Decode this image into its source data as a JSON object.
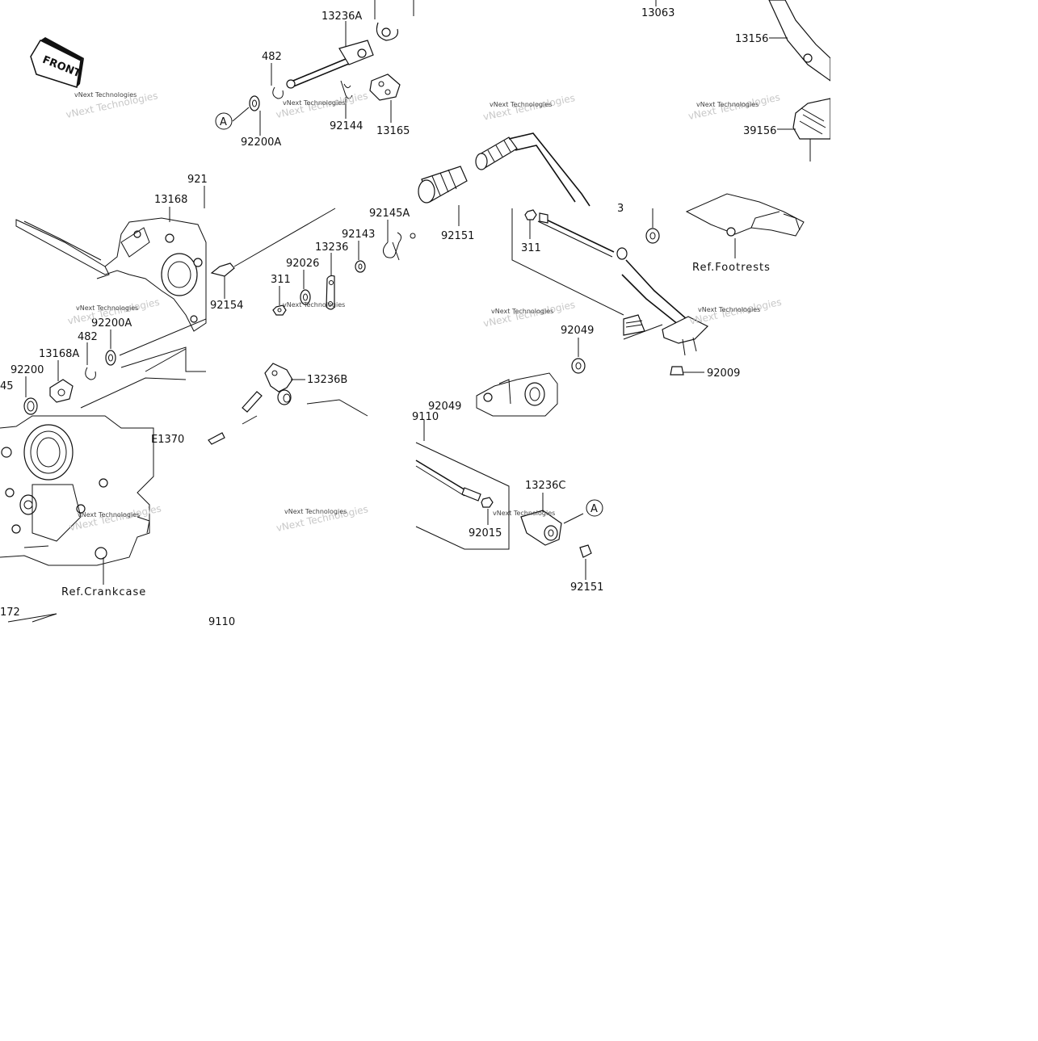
{
  "diagram": {
    "front_badge": "FRONT",
    "circle_ref": "A",
    "watermark": "vNext Technologies",
    "part_labels": {
      "p13236A": "13236A",
      "p482a": "482",
      "p92200A_top": "92200A",
      "p92144": "92144",
      "p13165": "13165",
      "p13063": "13063",
      "p13156": "13156",
      "p39156": "39156",
      "p921": "921",
      "p13168": "13168",
      "p92145A": "92145A",
      "p92143": "92143",
      "p13236": "13236",
      "p92026": "92026",
      "p311a": "311",
      "p92154": "92154",
      "p92151a": "92151",
      "p311b": "311",
      "p92200A": "92200A",
      "p482b": "482",
      "p13168A": "13168A",
      "p92200": "92200",
      "p45": "45",
      "p13236B": "13236B",
      "p92049a": "92049",
      "p92049b": "92049",
      "p92009": "92009",
      "pE1370": "E1370",
      "p9110a": "9110",
      "p13236C": "13236C",
      "p92015": "92015",
      "p92151b": "92151",
      "p172": "172",
      "p9110b": "9110",
      "p3": "3"
    },
    "ref_labels": {
      "footrests": "Ref.Footrests",
      "crankcase": "Ref.Crankcase"
    }
  }
}
